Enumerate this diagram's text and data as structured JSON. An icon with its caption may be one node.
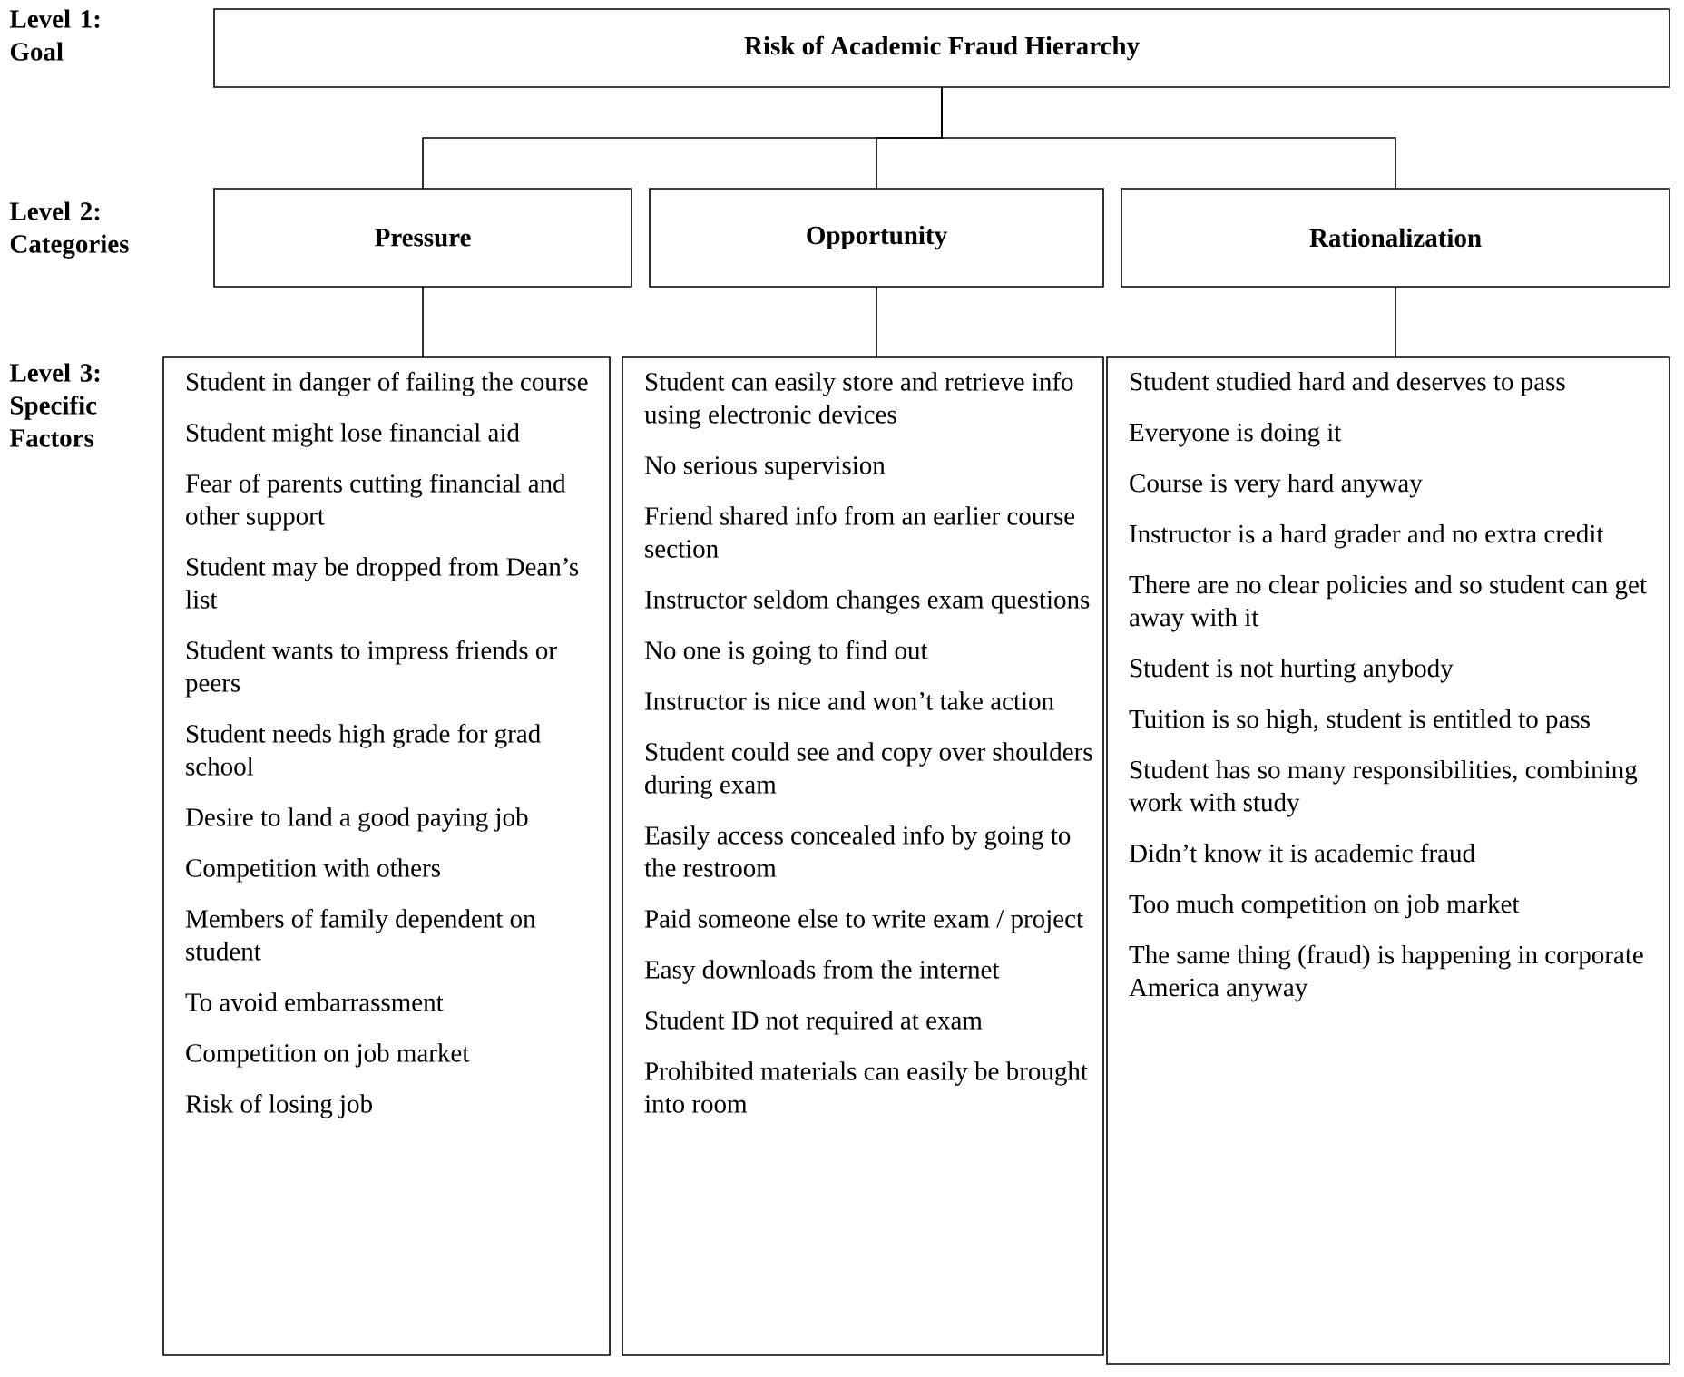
{
  "diagram": {
    "nodes": [
      {
        "text": [
          "Risk of Academic Fraud Hierarchy"
        ]
      },
      {
        "text": [
          "Pressure"
        ]
      },
      {
        "text": [
          "Opportunity"
        ]
      },
      {
        "text": [
          "Rationalization"
        ]
      },
      {
        "text": [
          "Student in danger of failing the course",
          "Student might lose financial aid",
          "Fear of parents cutting financial and other support",
          "Student may be dropped from Dean’s list",
          "Student wants to impress friends or peers",
          "Student needs high grade for grad school",
          "Desire to land a good paying job",
          "Competition with others",
          "Members of family dependent on student",
          "To avoid embarrassment",
          "Competition on job market",
          "Risk of losing job"
        ]
      },
      {
        "text": [
          "Student can easily store and retrieve info using electronic devices",
          "No serious supervision",
          "Friend shared info from an earlier course section",
          "Instructor seldom changes exam questions",
          "No one is going to find out",
          "Instructor is nice and won’t take action",
          "Student could see and copy over shoulders during exam",
          "Easily access concealed info by going to the restroom",
          "Paid someone else to write exam / project",
          "Easy downloads from the internet",
          "Student ID not required at exam",
          "Prohibited materials can easily be brought into room"
        ]
      },
      {
        "text": [
          "Student studied hard and deserves to pass",
          "Everyone is doing it",
          "Course is very hard anyway",
          "Instructor is a hard grader and no extra credit",
          "There are no clear policies and so student can get away with it",
          "Student is not hurting anybody",
          "Tuition is so high, student is entitled to pass",
          "Student has so many responsibilities, combining work with study",
          "Didn’t know it is academic fraud",
          "Too much competition on job market",
          "The same thing (fraud) is happening in corporate America anyway"
        ]
      }
    ],
    "edges": [
      {
        "from": 0,
        "to": 1,
        "arrow": "none"
      },
      {
        "from": 0,
        "to": 2,
        "arrow": "none"
      },
      {
        "from": 0,
        "to": 3,
        "arrow": "none"
      },
      {
        "from": 1,
        "to": 4,
        "arrow": "none"
      },
      {
        "from": 2,
        "to": 5,
        "arrow": "none"
      },
      {
        "from": 3,
        "to": 6,
        "arrow": "none"
      }
    ],
    "labels": [
      "Level 1: Goal",
      "Level 2: Categories",
      "Level 3: Specific Factors"
    ]
  }
}
